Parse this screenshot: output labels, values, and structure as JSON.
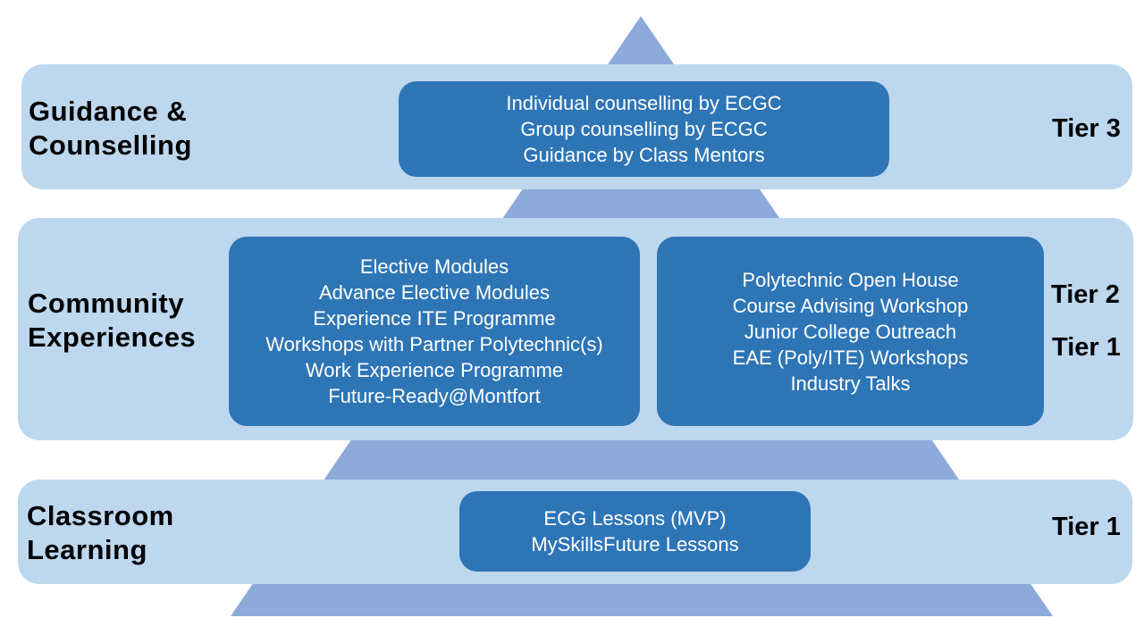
{
  "colors": {
    "pyramid": "#8eaadb",
    "band": "#bdd7ee",
    "box": "#2e75b6",
    "box_text": "#ffffff",
    "label_text": "#000000"
  },
  "guidance": {
    "label_line1": "Guidance &",
    "label_line2": "Counselling",
    "tier": "Tier 3",
    "items": [
      "Individual counselling by ECGC",
      "Group counselling by ECGC",
      "Guidance by Class Mentors"
    ]
  },
  "community": {
    "label_line1": "Community",
    "label_line2": "Experiences",
    "tiers": [
      "Tier 2",
      "Tier 1"
    ],
    "left_items": [
      "Elective Modules",
      "Advance Elective Modules",
      "Experience ITE Programme",
      "Workshops with Partner Polytechnic(s)",
      "Work Experience Programme",
      "Future-Ready@Montfort"
    ],
    "right_items": [
      "Polytechnic Open House",
      "Course Advising Workshop",
      "Junior College Outreach",
      "EAE (Poly/ITE) Workshops",
      "Industry Talks"
    ]
  },
  "classroom": {
    "label_line1": "Classroom",
    "label_line2": "Learning",
    "tier": "Tier 1",
    "items": [
      "ECG Lessons (MVP)",
      "MySkillsFuture Lessons"
    ]
  }
}
